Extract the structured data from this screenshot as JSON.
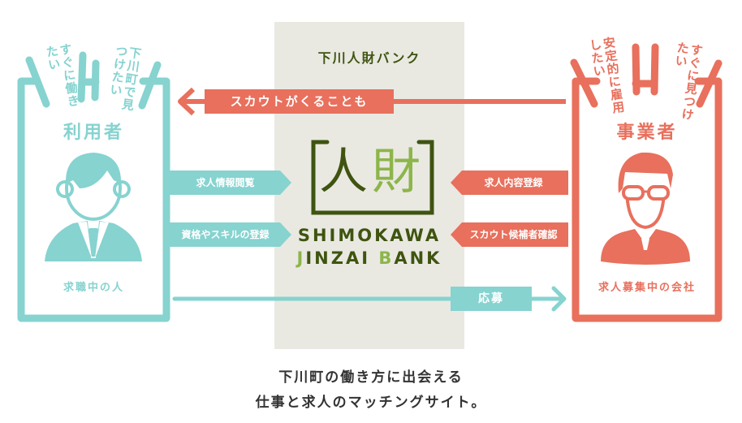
{
  "colors": {
    "teal": "#86d3d0",
    "coral": "#e8705d",
    "center_bg": "#e9e9e2",
    "logo_dark": "#3f5410",
    "logo_light": "#8db54a",
    "text": "#333333"
  },
  "center": {
    "title": "下川人財バンク",
    "logo_mark_1": "人",
    "logo_mark_2": "財",
    "logo_line_1": "SHIMOKAWA",
    "logo_line_2_a": "J",
    "logo_line_2_b": "INZAI ",
    "logo_line_2_c": "B",
    "logo_line_2_d": "ANK"
  },
  "user": {
    "title": "利用者",
    "caption": "求職中の人",
    "bubble_1": "すぐに働きたい",
    "bubble_2": "下川町で見つけたい",
    "icon": "person-icon"
  },
  "company": {
    "title": "事業者",
    "caption": "求人募集中の会社",
    "bubble_1": "安定的に雇用したい",
    "bubble_2": "すぐに見つけたい",
    "icon": "businessman-glasses-icon"
  },
  "arrows": {
    "scout": "スカウトがくることも",
    "view_jobs": "求人情報閲覧",
    "register_skills": "資格やスキルの登録",
    "register_jobs": "求人内容登録",
    "check_candidates": "スカウト候補者確認",
    "apply": "応募"
  },
  "tagline": {
    "line_1": "下川町の働き方に出会える",
    "line_2": "仕事と求人のマッチングサイト。"
  }
}
